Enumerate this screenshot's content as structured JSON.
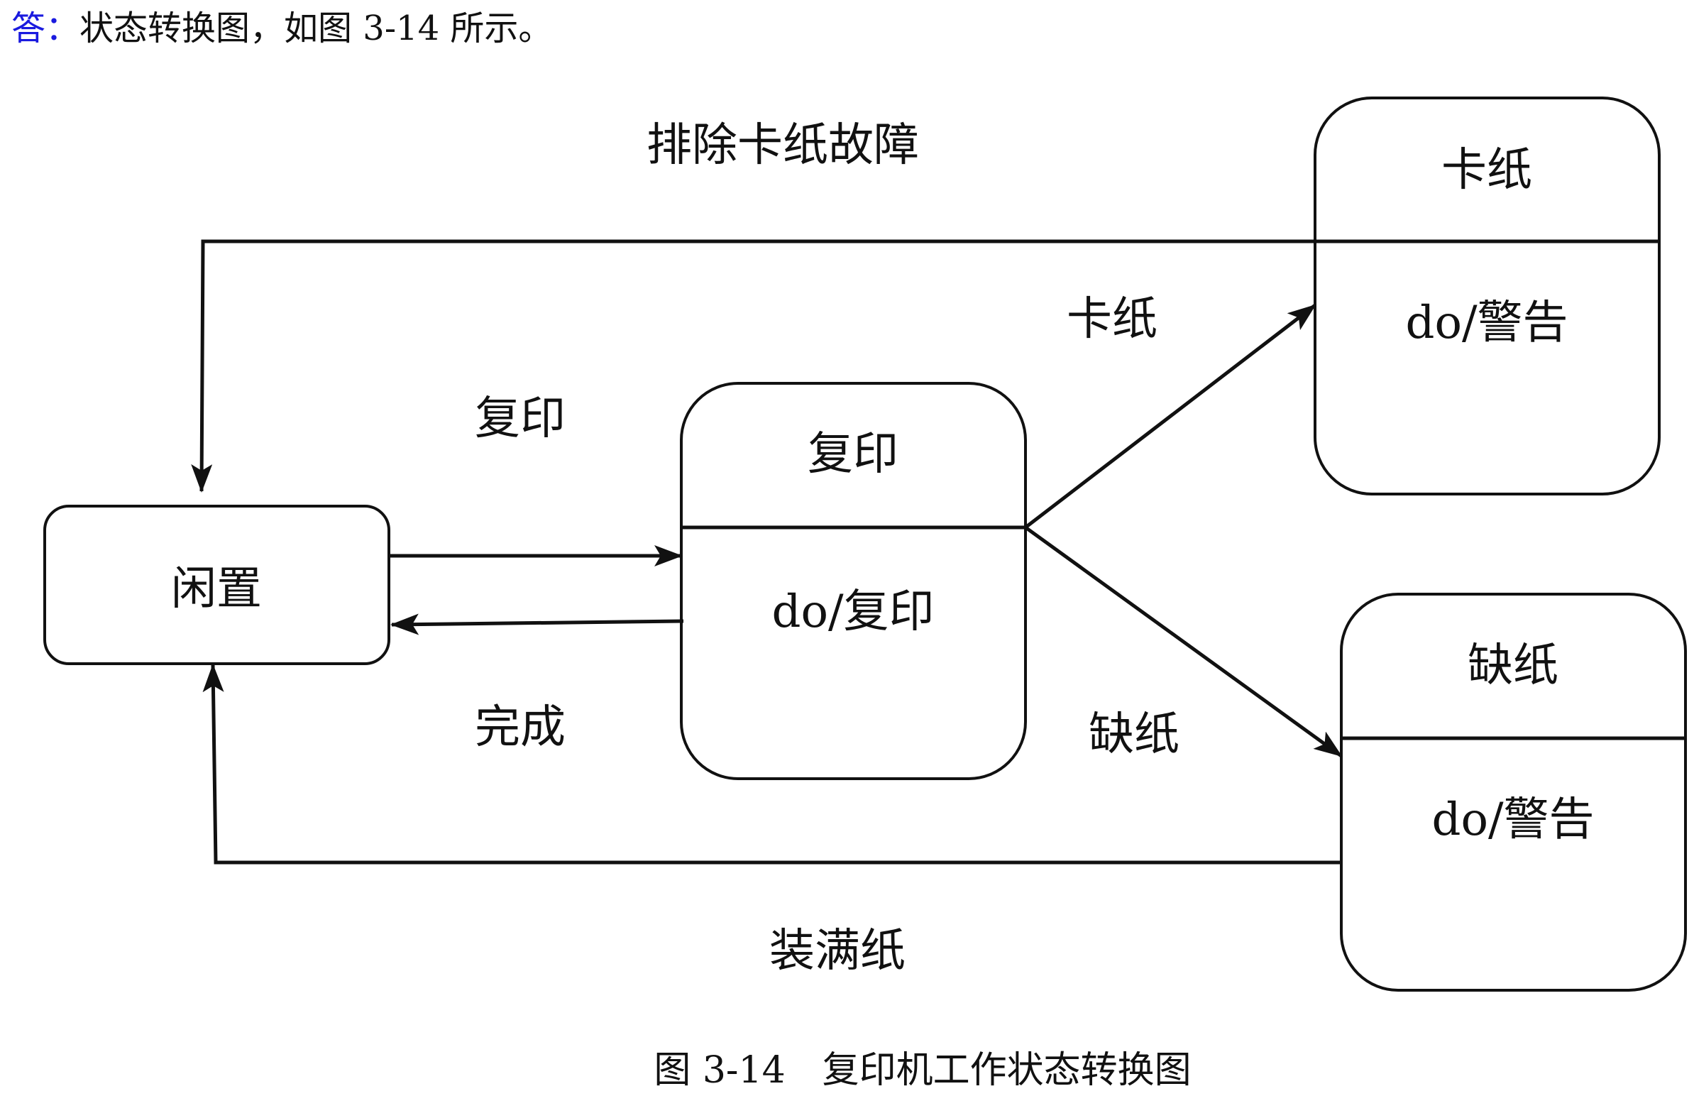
{
  "intro": {
    "prefix": "答：",
    "text": "状态转换图，如图 3-14 所示。"
  },
  "states": {
    "idle": {
      "name": "闲置"
    },
    "copying": {
      "name": "复印",
      "activity": "do/复印"
    },
    "jam": {
      "name": "卡纸",
      "activity": "do/警告"
    },
    "nopaper": {
      "name": "缺纸",
      "activity": "do/警告"
    }
  },
  "transitions": {
    "clear_jam": "排除卡纸故障",
    "copy": "复印",
    "done": "完成",
    "jam": "卡纸",
    "out_of_paper": "缺纸",
    "refill": "装满纸"
  },
  "caption": "图 3-14　复印机工作状态转换图"
}
